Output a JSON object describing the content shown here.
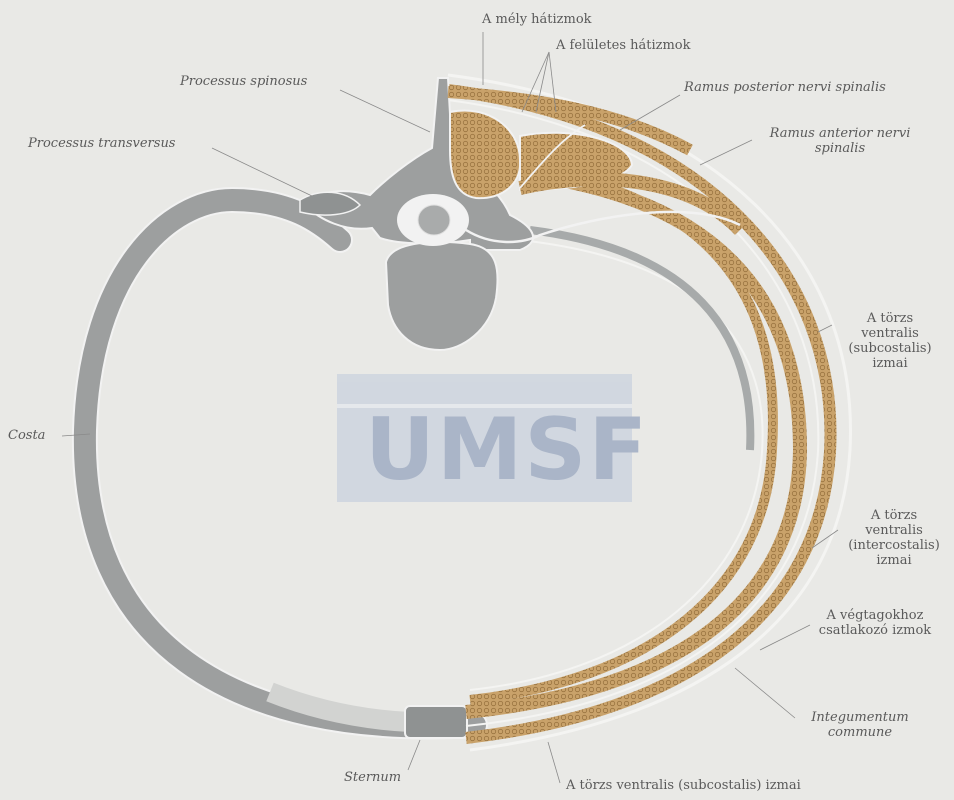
{
  "labels": {
    "mely_hatizmok": "A mély hátizmok",
    "feluletes_hatizmok": "A felületes hátizmok",
    "processus_spinosus": "Processus spinosus",
    "processus_transversus": "Processus transversus",
    "ramus_posterior": "Ramus posterior nervi spinalis",
    "ramus_anterior_1": "Ramus anterior nervi",
    "ramus_anterior_2": "spinalis",
    "subcostalis_1": "A törzs",
    "subcostalis_2": "ventralis",
    "subcostalis_3": "(subcostalis)",
    "subcostalis_4": "izmai",
    "intercostalis_1": "A törzs",
    "intercostalis_2": "ventralis",
    "intercostalis_3": "(intercostalis)",
    "intercostalis_4": "izmai",
    "vegtag_1": "A végtagokhoz",
    "vegtag_2": "csatlakozó izmok",
    "integumentum_1": "Integumentum",
    "integumentum_2": "commune",
    "costa": "Costa",
    "sternum": "Sternum",
    "subcostalis_bottom": "A törzs ventralis (subcostalis) izmai",
    "watermark": "UMSF"
  },
  "colors": {
    "background": "#e9e9e6",
    "bone": "#9d9f9f",
    "muscle": "#c9a26a",
    "outline": "#f2f2f2",
    "label": "#5a5a5a",
    "watermark": "#aab5c8"
  }
}
